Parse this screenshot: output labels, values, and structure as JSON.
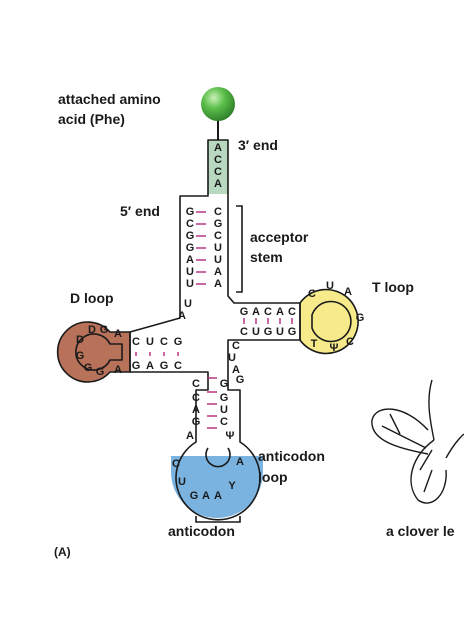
{
  "labels": {
    "amino_acid_line1": "attached amino",
    "amino_acid_line2": "acid (Phe)",
    "three_prime": "3′ end",
    "five_prime": "5′ end",
    "acceptor_line1": "acceptor",
    "acceptor_line2": "stem",
    "d_loop": "D loop",
    "t_loop": "T loop",
    "anticodon_loop_line1": "anticodon",
    "anticodon_loop_line2": "loop",
    "anticodon": "anticodon",
    "panel": "(A)",
    "clover": "a clover le"
  },
  "sequences": {
    "acceptor_3prime_tail": [
      "A",
      "C",
      "C",
      "A"
    ],
    "acceptor_right": [
      "C",
      "G",
      "C",
      "U",
      "U",
      "A",
      "A"
    ],
    "acceptor_left": [
      "G",
      "C",
      "G",
      "G",
      "A",
      "U",
      "U"
    ],
    "linker_left": [
      "U",
      "A"
    ],
    "d_stem_top": [
      "C",
      "U",
      "C",
      "G"
    ],
    "d_stem_bottom": [
      "G",
      "A",
      "G",
      "C"
    ],
    "d_loop": [
      "A",
      "G",
      "D",
      "D",
      "G",
      "G",
      "G",
      "A"
    ],
    "t_stem_top": [
      "G",
      "A",
      "C",
      "A",
      "C"
    ],
    "t_stem_bottom": [
      "C",
      "U",
      "G",
      "U",
      "G"
    ],
    "t_loop": [
      "C",
      "U",
      "A",
      "G",
      "C",
      "Ψ",
      "T"
    ],
    "anticodon_stem_left": [
      "C",
      "C",
      "A",
      "G",
      "A"
    ],
    "anticodon_stem_right": [
      "G",
      "G",
      "U",
      "C",
      "Ψ"
    ],
    "variable_region": [
      "C",
      "U",
      "A",
      "G"
    ],
    "anticodon_loop": [
      "C",
      "U",
      "G",
      "A",
      "A",
      "Y",
      "A"
    ]
  },
  "colors": {
    "amino_acid_ball": "#5cbf4a",
    "acceptor_tail_fill": "#b8d8c0",
    "d_loop_fill": "#b9725a",
    "t_loop_fill": "#f6ea8a",
    "anticodon_loop_fill": "#7ab3e0",
    "base_pair_lines": "#b0287a"
  }
}
